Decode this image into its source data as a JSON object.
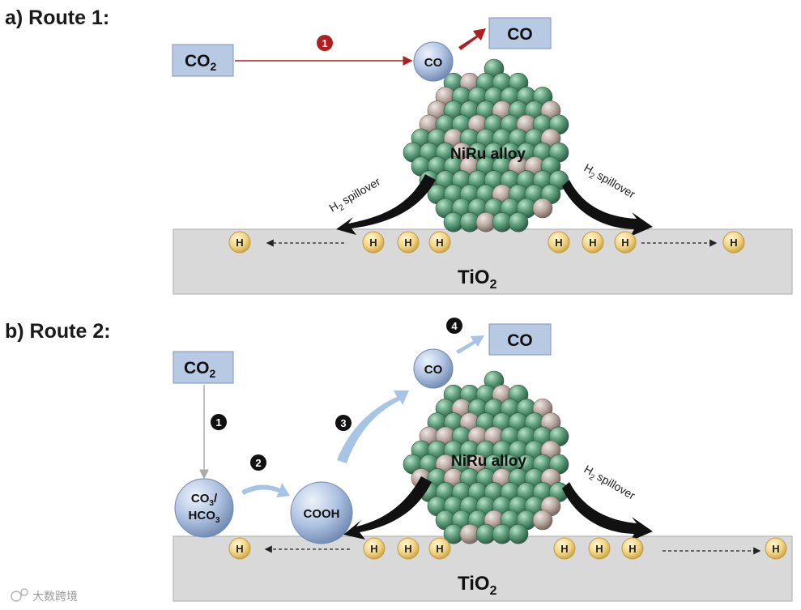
{
  "panel_a": {
    "heading": "a)  Route 1:",
    "co2_box": "CO",
    "co2_sub": "2",
    "co_circle": "CO",
    "co_box": "CO",
    "step1": "1",
    "alloy": "NiRu alloy",
    "spill_left": "spillover",
    "spill_right": "spillover",
    "spill_h": "H",
    "spill_sub": "2",
    "substrate": "TiO",
    "substrate_sub": "2",
    "h": "H"
  },
  "panel_b": {
    "heading": "b)  Route 2:",
    "co2_box": "CO",
    "co2_sub": "2",
    "co3_line1": "CO",
    "co3_line1_sub": "3",
    "co3_slash": "/",
    "co3_line2": "HCO",
    "co3_line2_sub": "3",
    "cooh": "COOH",
    "co_circle": "CO",
    "co_box": "CO",
    "step1": "1",
    "step2": "2",
    "step3": "3",
    "step4": "4",
    "alloy": "NiRu alloy",
    "spill_right": "spillover",
    "spill_h": "H",
    "spill_sub": "2",
    "substrate": "TiO",
    "substrate_sub": "2",
    "h": "H"
  },
  "watermark": "大数跨境",
  "colors": {
    "box_fill": "#b7c9e3",
    "box_stroke": "#7e95b8",
    "substrate_fill": "#d9d9d9",
    "h_fill": "#f2d78c",
    "green_atom": "#5f9f7d",
    "tan_atom": "#b9a9a3",
    "red_arrow": "#b01f1f",
    "light_blue_arrow": "#a7c4e4"
  }
}
